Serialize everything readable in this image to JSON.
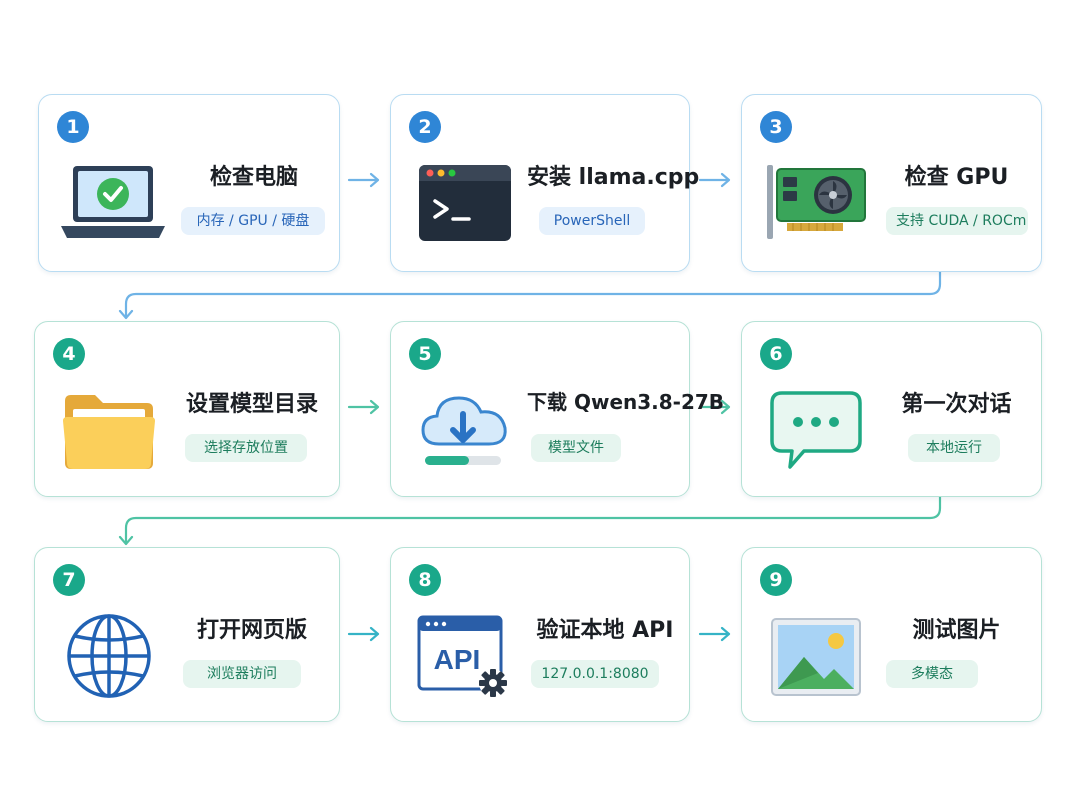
{
  "steps": [
    {
      "num": "1",
      "title": "检查电脑",
      "tag": "内存 / GPU / 硬盘",
      "icon": "laptop-check-icon"
    },
    {
      "num": "2",
      "title": "安装 llama.cpp",
      "tag": "PowerShell",
      "icon": "terminal-icon"
    },
    {
      "num": "3",
      "title": "检查 GPU",
      "tag": "支持 CUDA / ROCm",
      "icon": "gpu-card-icon"
    },
    {
      "num": "4",
      "title": "设置模型目录",
      "tag": "选择存放位置",
      "icon": "folder-icon"
    },
    {
      "num": "5",
      "title": "下载 Qwen3.8-27B",
      "tag": "模型文件",
      "icon": "cloud-download-icon"
    },
    {
      "num": "6",
      "title": "第一次对话",
      "tag": "本地运行",
      "icon": "chat-bubble-icon"
    },
    {
      "num": "7",
      "title": "打开网页版",
      "tag": "浏览器访问",
      "icon": "globe-icon"
    },
    {
      "num": "8",
      "title": "验证本地 API",
      "tag": "127.0.0.1:8080",
      "icon": "api-gear-icon"
    },
    {
      "num": "9",
      "title": "测试图片",
      "tag": "多模态",
      "icon": "image-icon"
    }
  ],
  "colors": {
    "blue": "#2f86d6",
    "teal": "#1aa88a",
    "blue_border": "#b9dcf2",
    "green_border": "#b6e2d6",
    "connector_blue": "#6fb3e6",
    "connector_teal": "#4fc3a4"
  }
}
